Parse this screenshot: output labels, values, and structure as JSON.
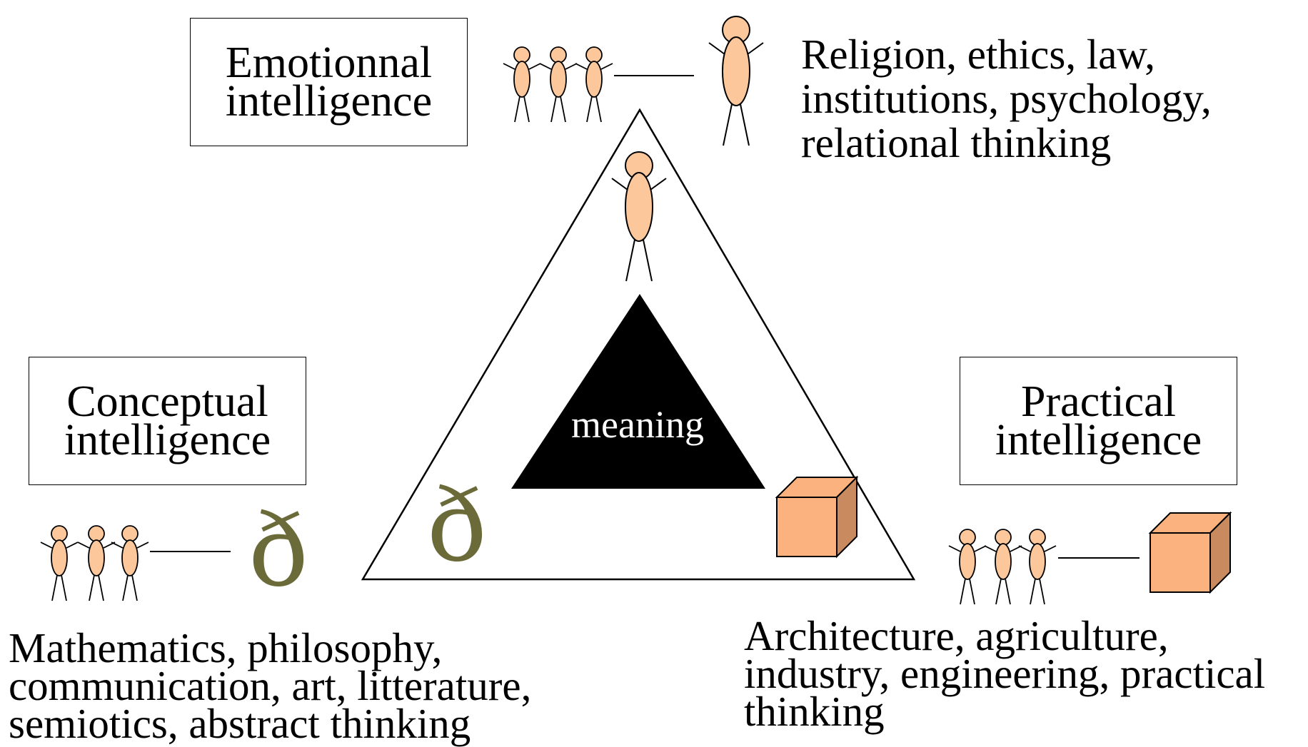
{
  "diagram": {
    "center_label": "meaning",
    "emotional": {
      "title_lines": [
        "Emotionnal",
        "intelligence"
      ],
      "description_lines": [
        "Religion, ethics, law,",
        "institutions, psychology,",
        "relational thinking"
      ]
    },
    "conceptual": {
      "title_lines": [
        "Conceptual",
        "intelligence"
      ],
      "description_lines": [
        "Mathematics, philosophy,",
        "communication, art, litterature,",
        "semiotics, abstract thinking"
      ],
      "symbol": "ð"
    },
    "practical": {
      "title_lines": [
        "Practical",
        "intelligence"
      ],
      "description_lines": [
        "Architecture, agriculture,",
        "industry, engineering, practical",
        "thinking"
      ]
    },
    "colors": {
      "figure_fill": "#fcc89b",
      "cube_front": "#fbb27e",
      "cube_side": "#c98a5f",
      "symbol": "#6b6b3a"
    }
  }
}
